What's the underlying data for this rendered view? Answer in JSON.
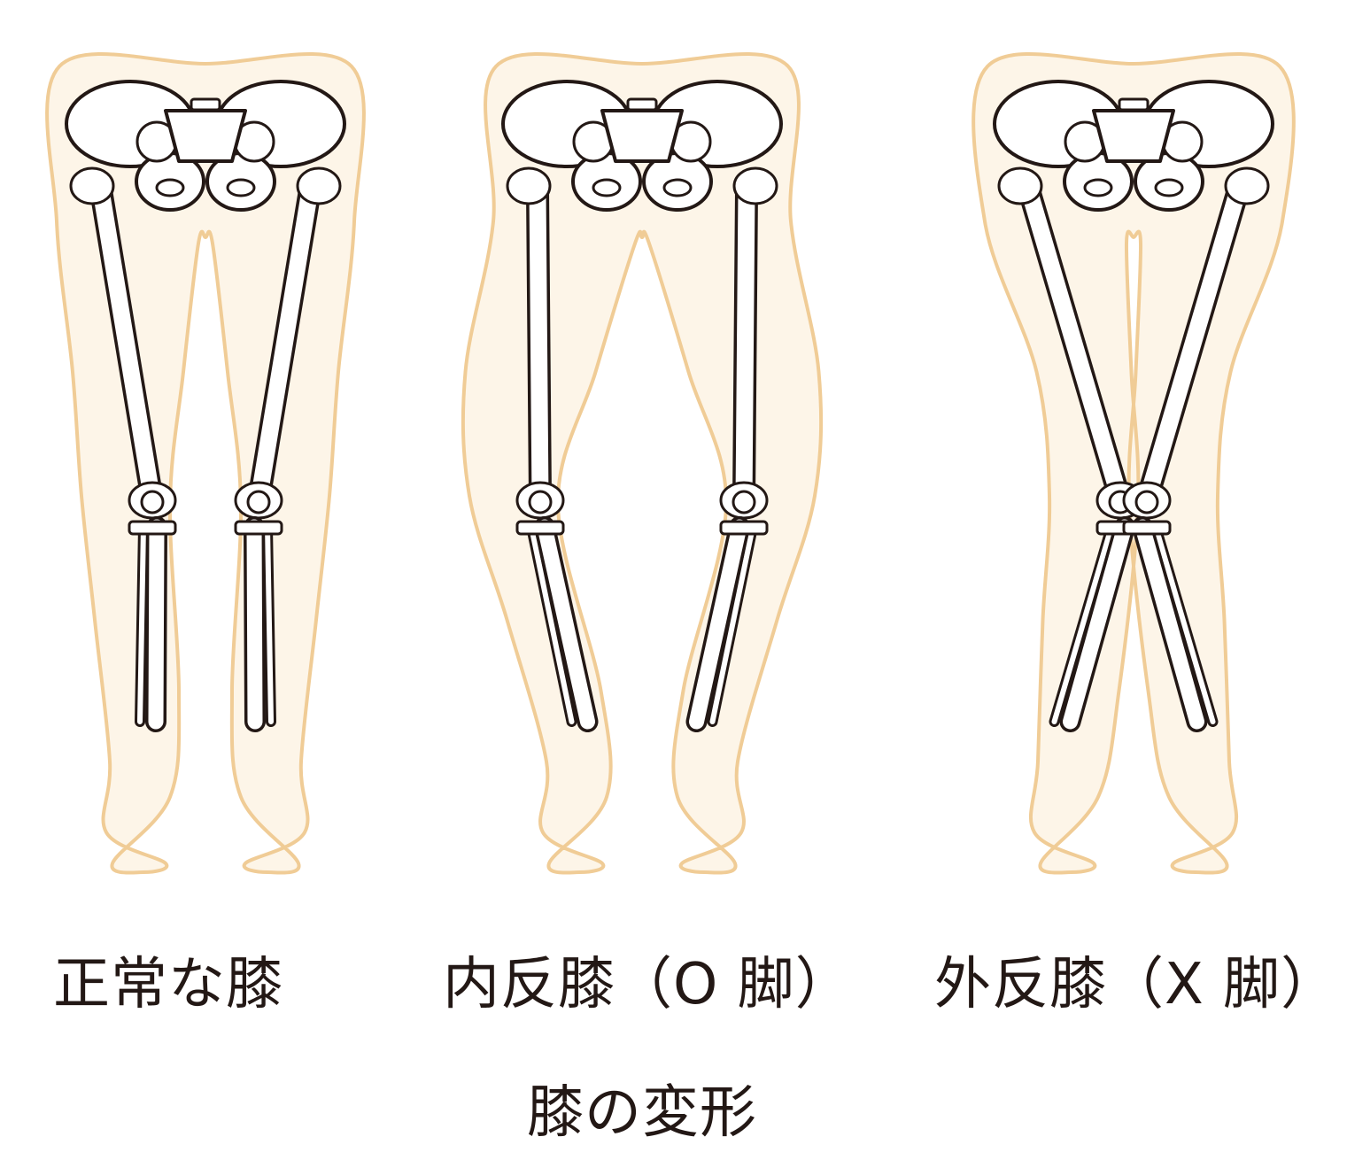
{
  "figures": [
    {
      "label": "正常な膝",
      "type": "normal"
    },
    {
      "label": "内反膝（O 脚）",
      "type": "varus"
    },
    {
      "label": "外反膝（X 脚）",
      "type": "valgus"
    }
  ],
  "caption": "膝の変形",
  "colors": {
    "skin_fill": "#fdf5e8",
    "skin_outline": "#f0cc96",
    "bone_fill": "#ffffff",
    "bone_outline": "#231815"
  }
}
